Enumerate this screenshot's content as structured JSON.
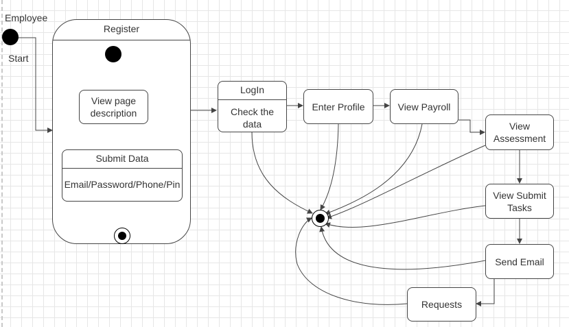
{
  "lane": {
    "label": "Employee",
    "start_label": "Start"
  },
  "register": {
    "title": "Register",
    "view_page": "View page description",
    "submit_title": "Submit Data",
    "submit_fields": "Email/Password/Phone/Pin"
  },
  "login": {
    "title": "LogIn",
    "body": "Check the data"
  },
  "states": {
    "enter_profile": "Enter Profile",
    "view_payroll": "View Payroll",
    "view_assessment": "View Assessment",
    "view_submit_tasks": "View Submit Tasks",
    "send_email": "Send Email",
    "requests": "Requests"
  }
}
